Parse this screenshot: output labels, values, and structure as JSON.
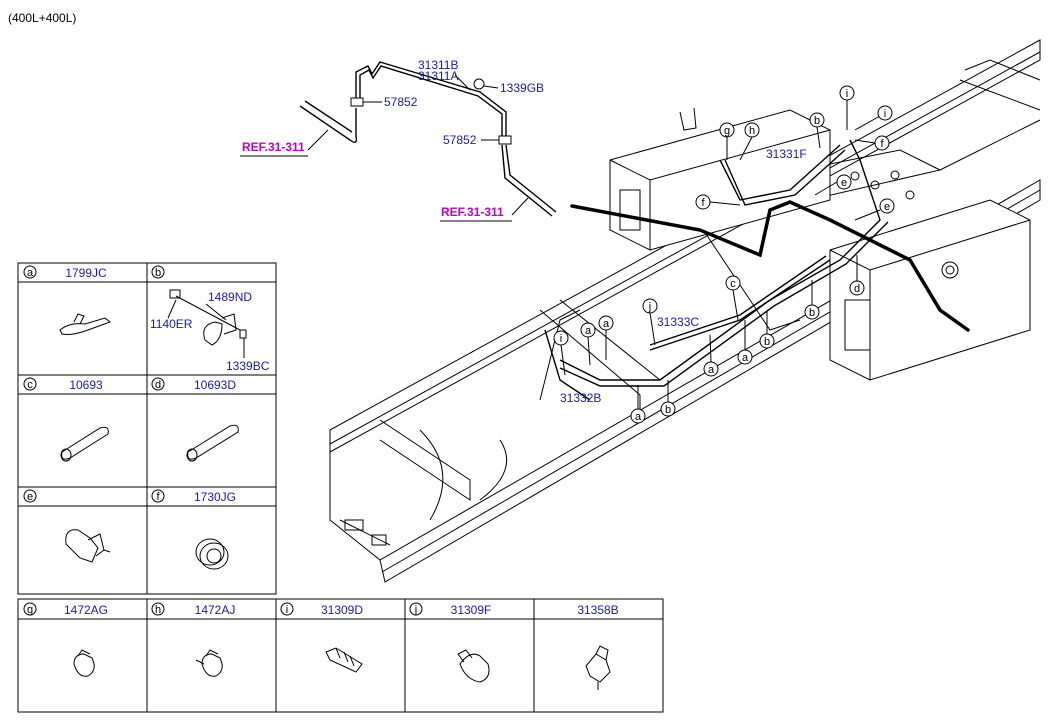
{
  "header": {
    "title": "(400L+400L)"
  },
  "callouts": {
    "p31311B": "31311B",
    "p31311A": "31311A",
    "p1339GB": "1339GB",
    "p57852a": "57852",
    "p57852b": "57852",
    "ref1": "REF.31-311",
    "ref2": "REF.31-311",
    "p31331F": "31331F",
    "p31333C": "31333C",
    "p31332B": "31332B"
  },
  "legend": {
    "cells": [
      {
        "letter": "a",
        "part": "1799JC",
        "icon": "band-clip-icon"
      },
      {
        "letter": "b",
        "part": "",
        "icon": "bracket-assembly-icon",
        "subparts": [
          "1489ND",
          "1140ER",
          "1339BC"
        ]
      },
      {
        "letter": "c",
        "part": "10693",
        "icon": "tube-icon"
      },
      {
        "letter": "d",
        "part": "10693D",
        "icon": "tube-icon"
      },
      {
        "letter": "e",
        "part": "",
        "icon": "clip-icon"
      },
      {
        "letter": "f",
        "part": "1730JG",
        "icon": "grommet-icon"
      },
      {
        "letter": "g",
        "part": "1472AG",
        "icon": "hose-clamp-icon"
      },
      {
        "letter": "h",
        "part": "1472AJ",
        "icon": "hose-clamp-icon"
      },
      {
        "letter": "i",
        "part": "31309D",
        "icon": "connector-icon"
      },
      {
        "letter": "j",
        "part": "31309F",
        "icon": "clamp-connector-icon"
      },
      {
        "letter": "",
        "part": "31358B",
        "icon": "holder-icon"
      }
    ]
  },
  "diagram_letters": {
    "g": "g",
    "h": "h",
    "i1": "i",
    "i2": "i",
    "b1": "b",
    "f1": "f",
    "f2": "f",
    "e1": "e",
    "e2": "e",
    "d1": "d",
    "b2": "b",
    "c1": "c",
    "b3": "b",
    "a1": "a",
    "j1": "j",
    "a2": "a",
    "a3": "a",
    "i3": "i",
    "a4": "a",
    "b4": "b"
  }
}
